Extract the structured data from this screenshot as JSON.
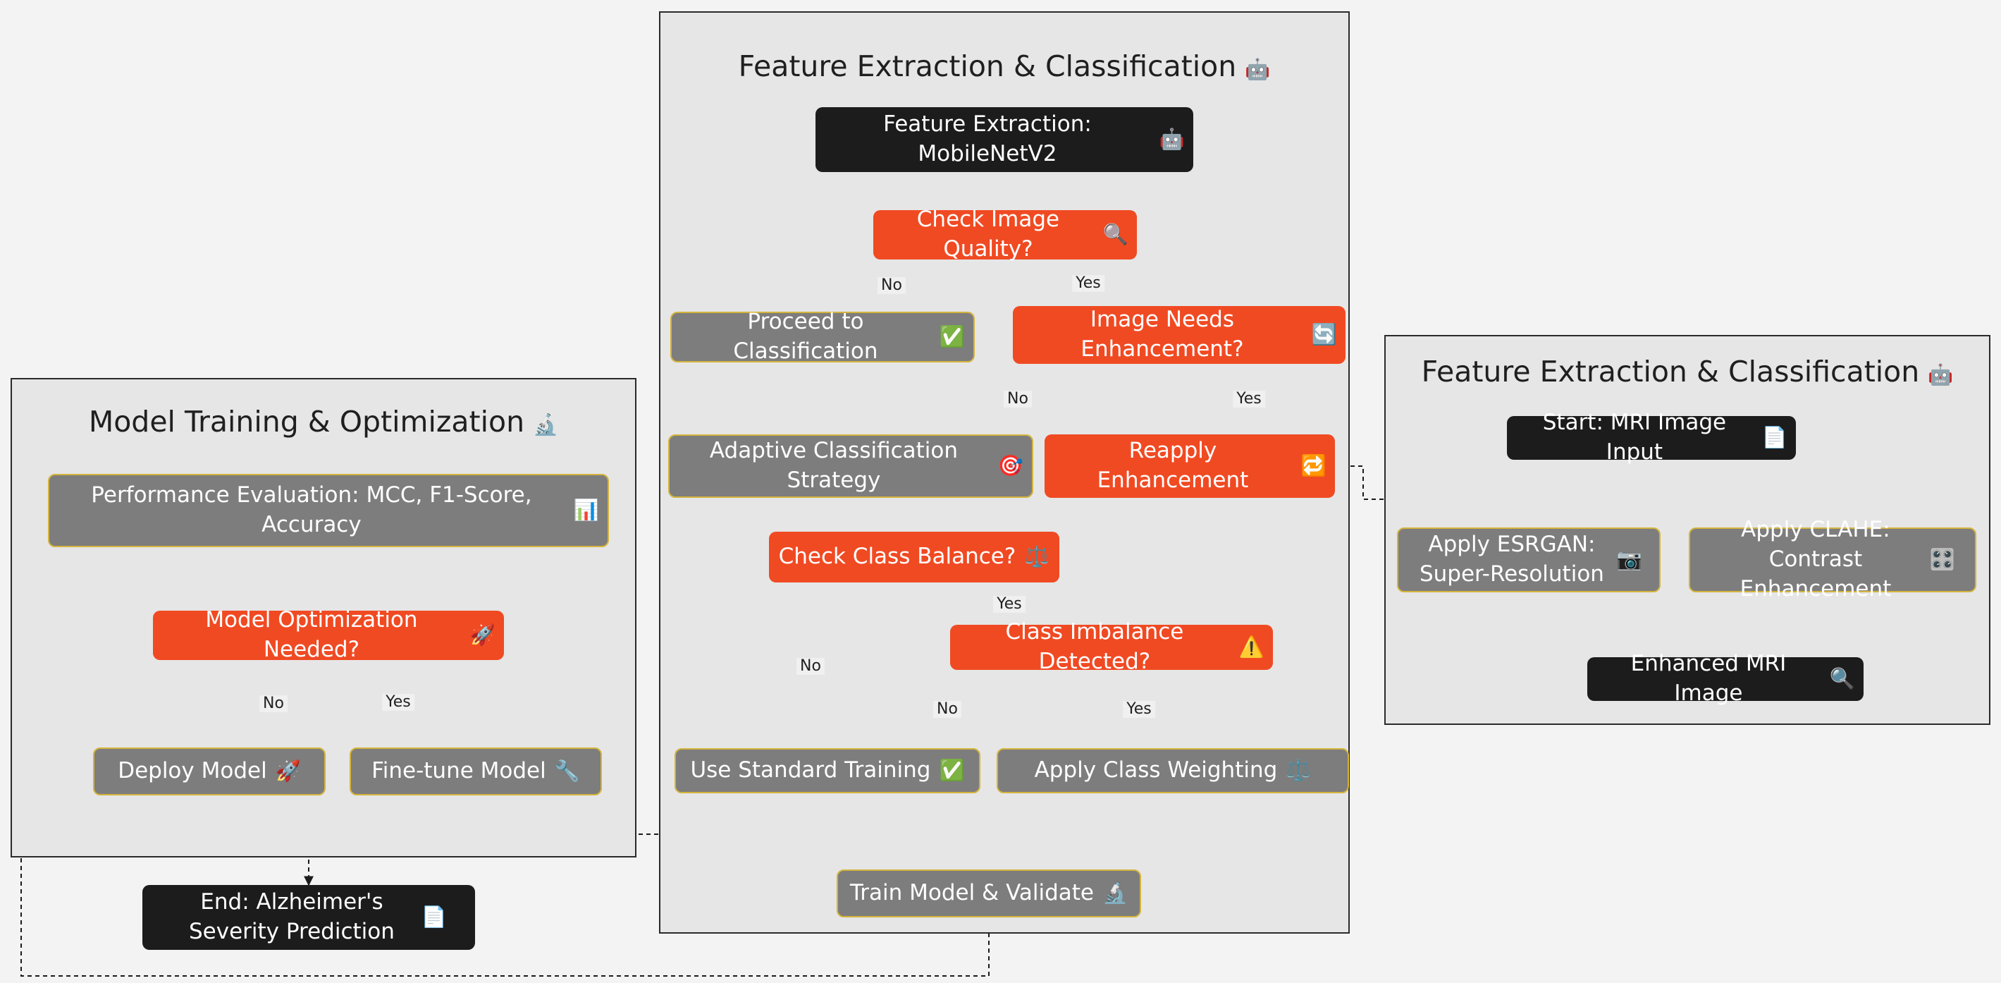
{
  "clusters": {
    "feature_main": {
      "title": "Feature Extraction & Classification",
      "icon": "🤖",
      "icon_name": "robot-icon"
    },
    "model_training": {
      "title": "Model Training & Optimization",
      "icon": "🔬",
      "icon_name": "microscope-icon"
    },
    "feature_right": {
      "title": "Feature Extraction & Classification",
      "icon": "🤖",
      "icon_name": "robot-icon"
    }
  },
  "nodes": {
    "feature_extraction": {
      "label": "Feature Extraction: MobileNetV2",
      "icon": "🤖",
      "icon_name": "robot-icon"
    },
    "check_quality": {
      "label": "Check Image Quality?",
      "icon": "🔍",
      "icon_name": "magnifier-icon"
    },
    "proceed_classification": {
      "label": "Proceed to Classification",
      "icon": "✅",
      "icon_name": "check-icon"
    },
    "needs_enhancement": {
      "label": "Image Needs Enhancement?",
      "icon": "🔄",
      "icon_name": "refresh-icon"
    },
    "adaptive_strategy": {
      "label": "Adaptive Classification Strategy",
      "icon": "🎯",
      "icon_name": "target-icon"
    },
    "reapply_enhancement": {
      "label": "Reapply Enhancement",
      "icon": "🔁",
      "icon_name": "repeat-icon"
    },
    "check_balance": {
      "label": "Check Class Balance?",
      "icon": "⚖️",
      "icon_name": "scales-icon"
    },
    "imbalance_detected": {
      "label": "Class Imbalance Detected?",
      "icon": "⚠️",
      "icon_name": "warning-icon"
    },
    "standard_training": {
      "label": "Use Standard Training",
      "icon": "✅",
      "icon_name": "check-icon"
    },
    "class_weighting": {
      "label": "Apply Class Weighting",
      "icon": "⚖️",
      "icon_name": "scales-icon"
    },
    "train_validate": {
      "label": "Train Model & Validate",
      "icon": "🔬",
      "icon_name": "microscope-icon"
    },
    "performance_eval": {
      "label": "Performance Evaluation: MCC, F1-Score, Accuracy",
      "icon": "📊",
      "icon_name": "bar-chart-icon"
    },
    "optimization_needed": {
      "label": "Model Optimization Needed?",
      "icon": "🚀",
      "icon_name": "rocket-icon"
    },
    "deploy_model": {
      "label": "Deploy Model",
      "icon": "🚀",
      "icon_name": "rocket-icon"
    },
    "fine_tune": {
      "label": "Fine-tune Model",
      "icon": "🔧",
      "icon_name": "wrench-icon"
    },
    "end_prediction": {
      "label": "End: Alzheimer's Severity Prediction",
      "icon": "📄",
      "icon_name": "document-icon"
    },
    "start_input": {
      "label": "Start: MRI Image Input",
      "icon": "📄",
      "icon_name": "document-icon"
    },
    "apply_esrgan": {
      "label": "Apply ESRGAN: Super-Resolution",
      "icon": "📷",
      "icon_name": "camera-icon"
    },
    "apply_clahe": {
      "label": "Apply CLAHE: Contrast Enhancement",
      "icon": "🎛️",
      "icon_name": "control-knobs-icon"
    },
    "enhanced_image": {
      "label": "Enhanced MRI Image",
      "icon": "🔍",
      "icon_name": "magnifier-icon"
    }
  },
  "edge_labels": {
    "quality_no": "No",
    "quality_yes": "Yes",
    "enhance_no": "No",
    "enhance_yes": "Yes",
    "balance_no": "No",
    "balance_yes": "Yes",
    "imbalance_no": "No",
    "imbalance_yes": "Yes",
    "optimize_no": "No",
    "optimize_yes": "Yes"
  },
  "colors": {
    "terminal": "#1c1c1c",
    "decision": "#f04a23",
    "process": "#7d7d7d",
    "process_border": "#d4b43c",
    "cluster_fill": "#e6e6e6",
    "edge": "#1a1a1a"
  }
}
